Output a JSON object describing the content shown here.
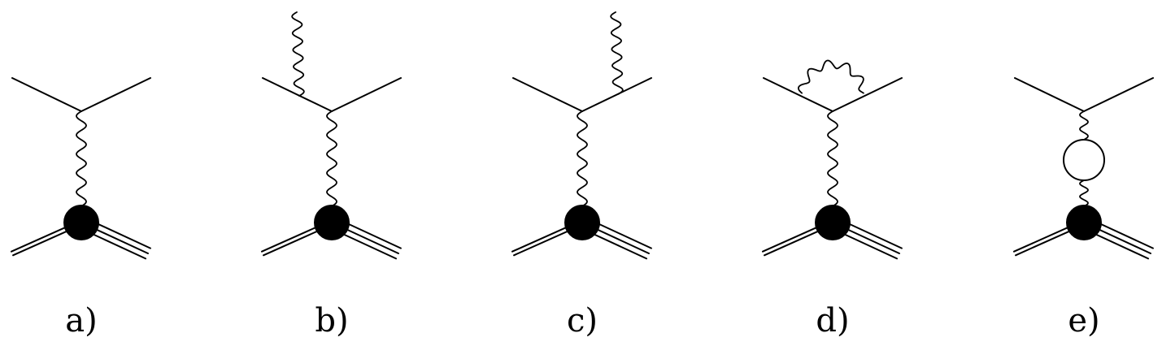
{
  "figure": {
    "diagrams": [
      {
        "caption": "a)",
        "variant": "tree"
      },
      {
        "caption": "b)",
        "variant": "emission-incoming"
      },
      {
        "caption": "c)",
        "variant": "emission-outgoing"
      },
      {
        "caption": "d)",
        "variant": "vertex-correction"
      },
      {
        "caption": "e)",
        "variant": "vacuum-polarization"
      }
    ],
    "colors": {
      "ink": "#000000",
      "background": "#ffffff"
    }
  }
}
